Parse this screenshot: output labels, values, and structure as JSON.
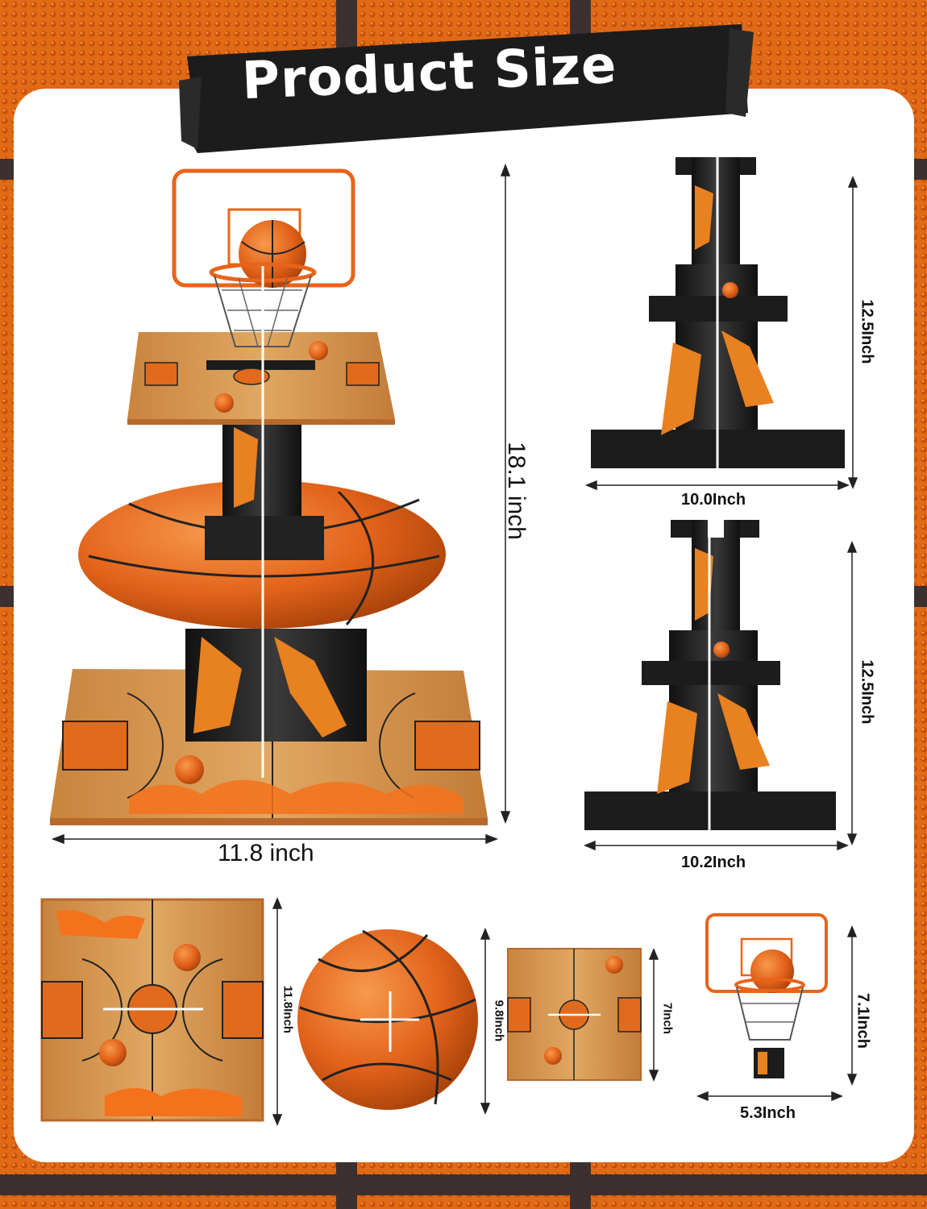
{
  "banner": {
    "title": "Product Size"
  },
  "dimensions": {
    "stand_height": "18.1 inch",
    "stand_width": "11.8 inch",
    "upper_pillar_height": "12.5Inch",
    "upper_pillar_width": "10.0Inch",
    "lower_pillar_height": "12.5Inch",
    "lower_pillar_width": "10.2Inch",
    "big_court_size": "11.8Inch",
    "ball_tier_size": "9.8Inch",
    "small_court_size": "7Inch",
    "hoop_topper_height": "7.1Inch",
    "hoop_topper_width": "5.3Inch"
  },
  "colors": {
    "basketball_orange": "#e8641a",
    "court_wood": "#d89a52",
    "pillar_black": "#1e1e1e",
    "panel_white": "#ffffff",
    "line_dark": "#222222"
  }
}
